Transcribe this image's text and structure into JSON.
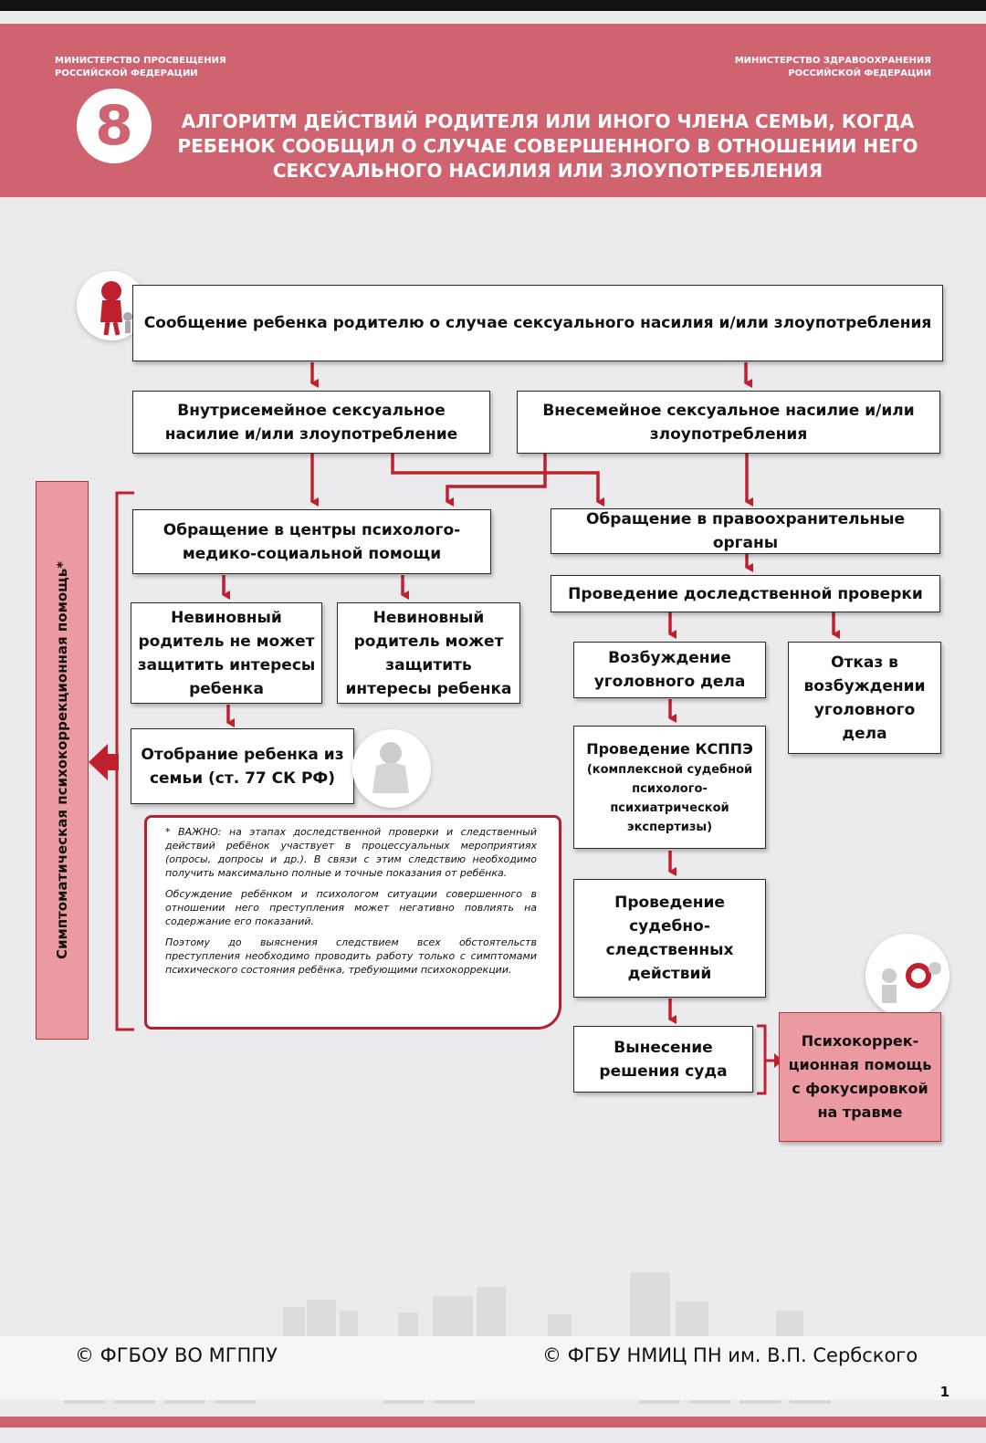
{
  "header": {
    "ministry_left": "МИНИСТЕРСТВО ПРОСВЕЩЕНИЯ РОССИЙСКОЙ ФЕДЕРАЦИИ",
    "ministry_right": "МИНИСТЕРСТВО ЗДРАВООХРАНЕНИЯ РОССИЙСКОЙ ФЕДЕРАЦИИ",
    "number": "8",
    "title": "АЛГОРИТМ ДЕЙСТВИЙ РОДИТЕЛЯ ИЛИ ИНОГО ЧЛЕНА СЕМЬИ, КОГДА РЕБЕНОК СООБЩИЛ О СЛУЧАЕ СОВЕРШЕННОГО В ОТНОШЕНИИ НЕГО СЕКСУАЛЬНОГО НАСИЛИЯ ИЛИ ЗЛОУПОТРЕБЛЕНИЯ"
  },
  "nodes": {
    "report": "Сообщение ребенка родителю о случае сексуального насилия и/или злоупотребления",
    "intra": "Внутрисемейное сексуальное насилие и/или злоупотребление",
    "extra": "Внесемейное сексуальное насилие и/или злоупотребления",
    "centers": "Обращение в центры психолого-медико-социальной помощи",
    "police": "Обращение в правоохранительные органы",
    "cannot_protect": "Невиновный родитель не может защитить интересы ребенка",
    "can_protect": "Невиновный родитель может защитить интересы ребенка",
    "inspection": "Проведение доследственной проверки",
    "initiation": "Возбуждение уголовного дела",
    "refusal": "Отказ в возбуждении уголовного дела",
    "removal": "Отобрание ребенка из семьи (ст. 77 СК РФ)",
    "ksppe_title": "Проведение КСППЭ",
    "ksppe_detail": "(комплексной судебной психолого-психиатрической экспертизы)",
    "investigation": "Проведение судебно-следственных действий",
    "verdict": "Вынесение решения суда",
    "trauma_help": "Психокоррек-ционная помощь с фокусировкой на травме"
  },
  "side_bar": "Симптоматическая психокоррекционная помощь*",
  "important": {
    "p1": "* ВАЖНО: на этапах доследственной проверки и следственный действий ребёнок участвует в процессуальных мероприятиях (опросы, допросы и др.). В связи с этим следствию необходимо получить максимально полные и точные показания от ребёнка.",
    "p2": "Обсуждение ребёнком и психологом ситуации совершенного в отношении него преступления может негативно повлиять на содержание его показаний.",
    "p3": "Поэтому до выяснения следствием всех обстоятельств преступления необходимо проводить работу только с симптомами психического состояния ребёнка, требующими психокоррекции."
  },
  "footer": {
    "left": "© ФГБОУ ВО МГППУ",
    "right": "© ФГБУ НМИЦ ПН им. В.П. Сербского",
    "page": "1"
  },
  "colors": {
    "accent": "#cf6470",
    "arrow": "#c0202e",
    "pink_box": "#ec9aa1"
  }
}
